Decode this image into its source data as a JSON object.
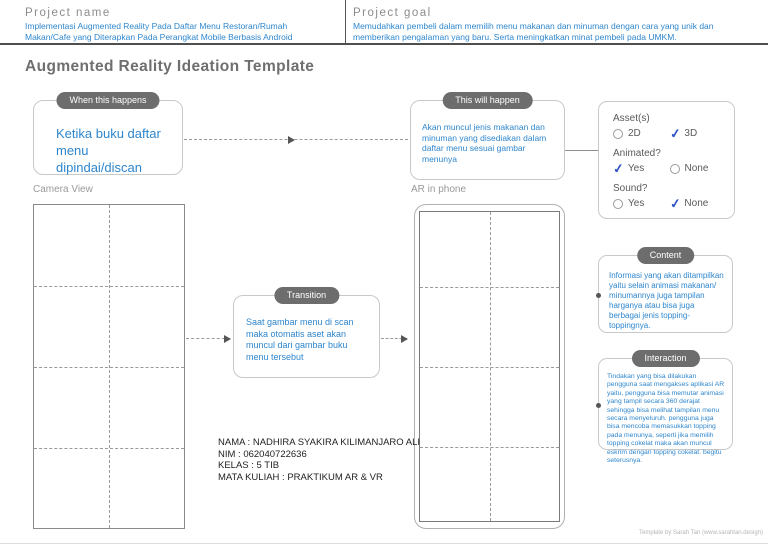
{
  "header": {
    "project_name_label": "Project name",
    "project_name_value": "Implementasi Augmented Reality Pada Daftar Menu Restoran/Rumah Makan/Cafe yang Diterapkan Pada Perangkat Mobile Berbasis Android",
    "project_goal_label": "Project goal",
    "project_goal_value": "Memudahkan pembeli dalam memilih menu makanan dan minuman dengan cara yang unik dan memberikan pengalaman yang baru. Serta meningkatkan minat pembeli pada UMKM."
  },
  "title": "Augmented Reality Ideation Template",
  "when_box": {
    "badge": "When this happens",
    "text": "Ketika buku daftar menu dipindai/discan"
  },
  "happen_box": {
    "badge": "This will happen",
    "text": "Akan muncul jenis makanan dan minuman yang disediakan dalam daftar menu sesuai gambar menunya"
  },
  "transition_box": {
    "badge": "Transition",
    "text": "Saat gambar menu di scan maka otomatis aset akan muncul dari gambar buku menu tersebut"
  },
  "camera_view_label": "Camera View",
  "ar_in_phone_label": "AR in phone",
  "asset_panel": {
    "asset_label": "Asset(s)",
    "option_2d": "2D",
    "option_3d": "3D",
    "animated_label": "Animated?",
    "animated_yes": "Yes",
    "animated_none": "None",
    "sound_label": "Sound?",
    "sound_yes": "Yes",
    "sound_none": "None"
  },
  "content_box": {
    "badge": "Content",
    "text": "Informasi yang akan ditampilkan yaitu selain animasi makanan/ minumannya juga tampilan harganya atau bisa juga berbagai jenis topping-toppingnya."
  },
  "interaction_box": {
    "badge": "Interaction",
    "text": "Tindakan yang bisa dilakukan pengguna saat mengakses aplikasi AR yaitu, pengguna bisa memutar animasi yang tampil secara 360 derajat sehingga bisa melihat tampilan menu secara menyeluruh. pengguna juga bisa mencoba memasukkan topping pada menunya, seperti jika memilih topping cokelat maka akan muncul eskrim dengan topping cokelat. begitu seterusnya."
  },
  "student_info": {
    "lines": [
      "NAMA : NADHIRA SYAKIRA KILIMANJARO ALI",
      "NIM : 062040722636",
      "KELAS : 5 TIB",
      "MATA KULIAH : PRAKTIKUM AR & VR"
    ]
  },
  "watermark": "Template by Sarah Tan (www.sarahtan.design)",
  "icons": {
    "check": "✓"
  },
  "colors": {
    "accent_blue": "#2e86cd",
    "check_blue": "#2d53c6",
    "badge_gray": "#6d6d6d",
    "border_gray": "#c9c9c9"
  }
}
